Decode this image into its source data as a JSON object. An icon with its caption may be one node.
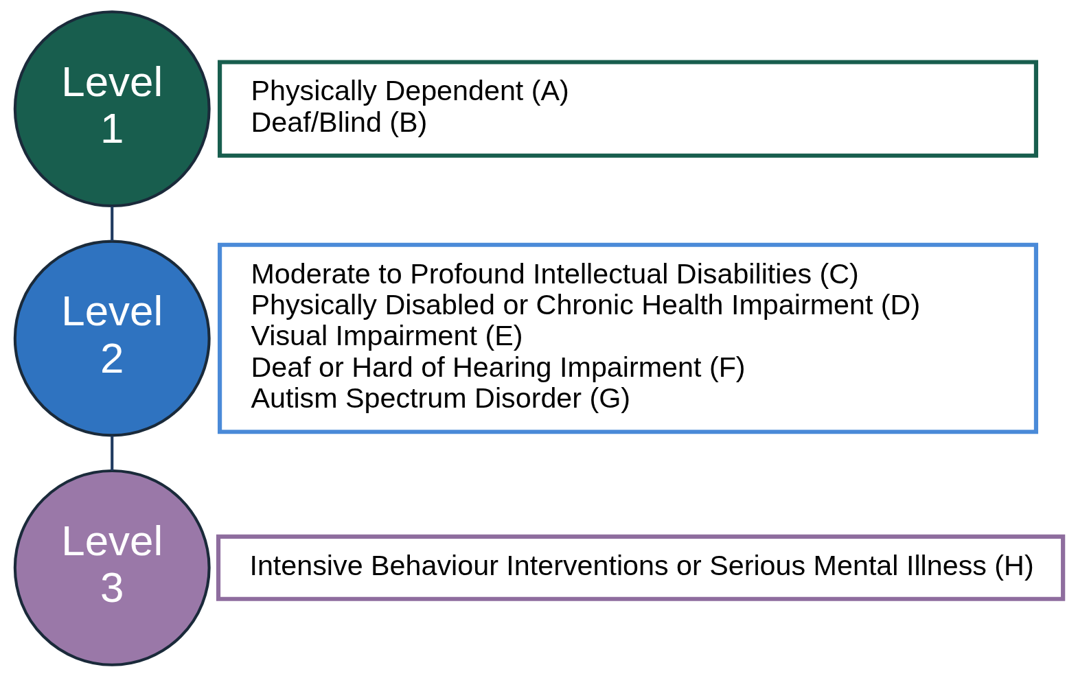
{
  "diagram": {
    "nodes": [
      {
        "text": [
          "Level 1"
        ]
      },
      {
        "text": [
          "Physically Dependent (A)",
          "Deaf/Blind (B)"
        ]
      },
      {
        "text": [
          "Level 2"
        ]
      },
      {
        "text": [
          "Moderate to Profound Intellectual Disabilities (C)",
          "Physically Disabled or Chronic Health Impairment (D)",
          "Visual Impairment (E)",
          "Deaf or Hard of Hearing Impairment (F)",
          "Autism Spectrum Disorder (G)"
        ]
      },
      {
        "text": [
          "Level 3"
        ]
      },
      {
        "text": [
          "Intensive Behaviour Interventions or Serious Mental Illness (H)"
        ]
      }
    ],
    "edges": [
      {
        "from": 0,
        "to": 2,
        "arrow": "none"
      },
      {
        "from": 2,
        "to": 4,
        "arrow": "none"
      }
    ]
  }
}
